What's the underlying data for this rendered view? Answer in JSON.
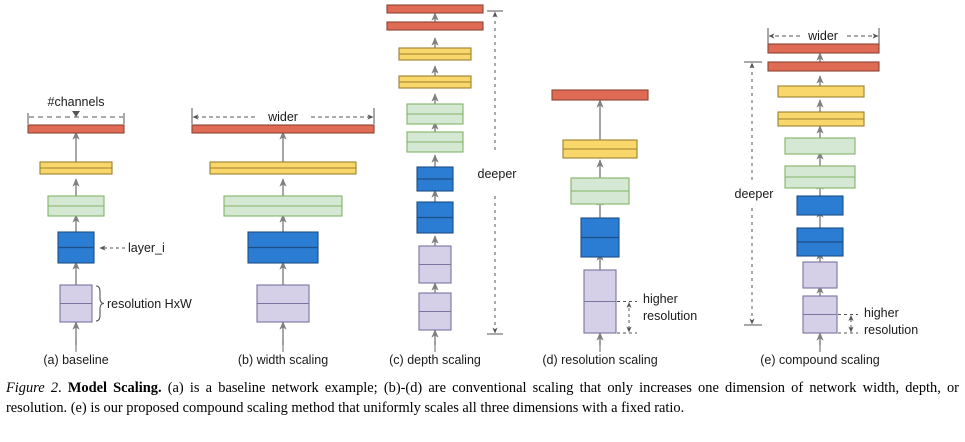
{
  "figure": {
    "panels": [
      {
        "id": "a",
        "label": "(a) baseline",
        "annotations": [
          {
            "name": "channels",
            "text": "#channels"
          },
          {
            "name": "layer",
            "text": "layer_i"
          },
          {
            "name": "resolution",
            "text": "resolution HxW"
          }
        ]
      },
      {
        "id": "b",
        "label": "(b) width scaling",
        "annotations": [
          {
            "name": "wider",
            "text": "wider"
          }
        ]
      },
      {
        "id": "c",
        "label": "(c) depth scaling",
        "annotations": [
          {
            "name": "deeper",
            "text": "deeper"
          }
        ]
      },
      {
        "id": "d",
        "label": "(d) resolution scaling",
        "annotations": [
          {
            "name": "higher",
            "text": "higher"
          },
          {
            "name": "resolution",
            "text": "resolution"
          }
        ]
      },
      {
        "id": "e",
        "label": "(e) compound scaling",
        "annotations": [
          {
            "name": "wider",
            "text": "wider"
          },
          {
            "name": "deeper",
            "text": "deeper"
          },
          {
            "name": "higher",
            "text": "higher"
          },
          {
            "name": "resolution",
            "text": "resolution"
          }
        ]
      }
    ],
    "colors": {
      "red_block": "#E06B54",
      "red_block_stroke": "#8a4434",
      "yellow_block": "#FAD76A",
      "yellow_block_stroke": "#9a8030",
      "green_block": "#D5E8D4",
      "green_block_stroke": "#82b366",
      "blue_block": "#2B7CD3",
      "blue_block_stroke": "#1c4f85",
      "purple_block": "#D5CFE8",
      "purple_block_stroke": "#7a74a0",
      "arrow": "#808080",
      "dimension_line": "#555555",
      "text": "#1a1a1a"
    }
  },
  "caption": {
    "figure_number": "Figure 2",
    "separator": ". ",
    "title": "Model Scaling.",
    "body": " (a) is a baseline network example; (b)-(d) are conventional scaling that only increases one dimension of network width, depth, or resolution. (e) is our proposed compound scaling method that uniformly scales all three dimensions with a fixed ratio."
  }
}
